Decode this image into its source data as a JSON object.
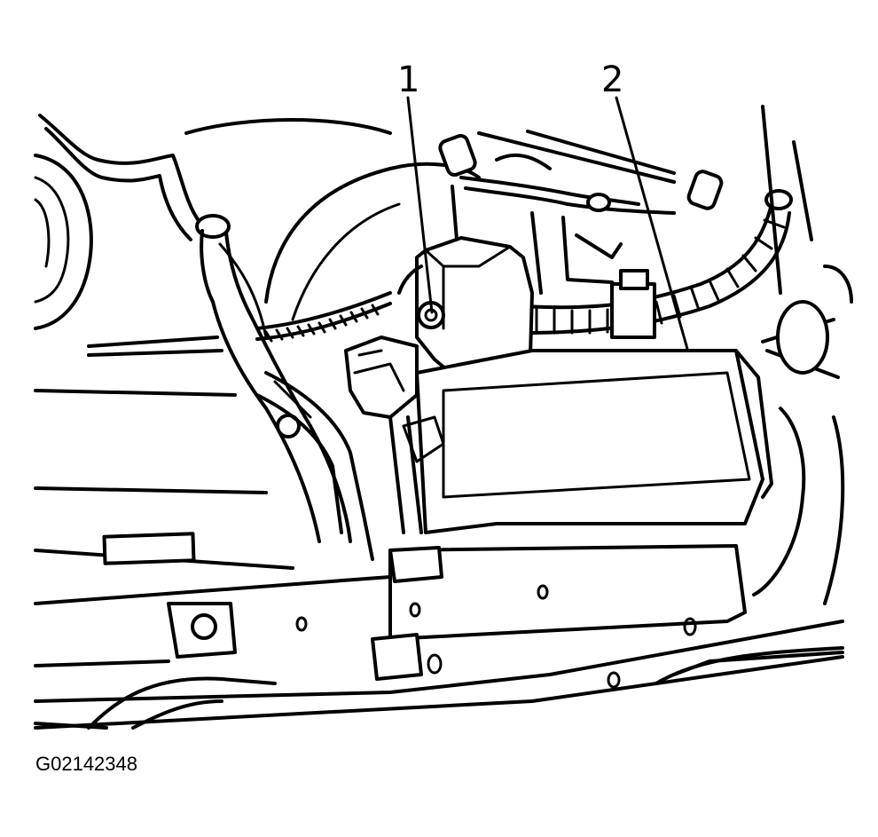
{
  "figure": {
    "id_label": "G02142348",
    "callouts": [
      {
        "number": "1"
      },
      {
        "number": "2"
      }
    ]
  }
}
